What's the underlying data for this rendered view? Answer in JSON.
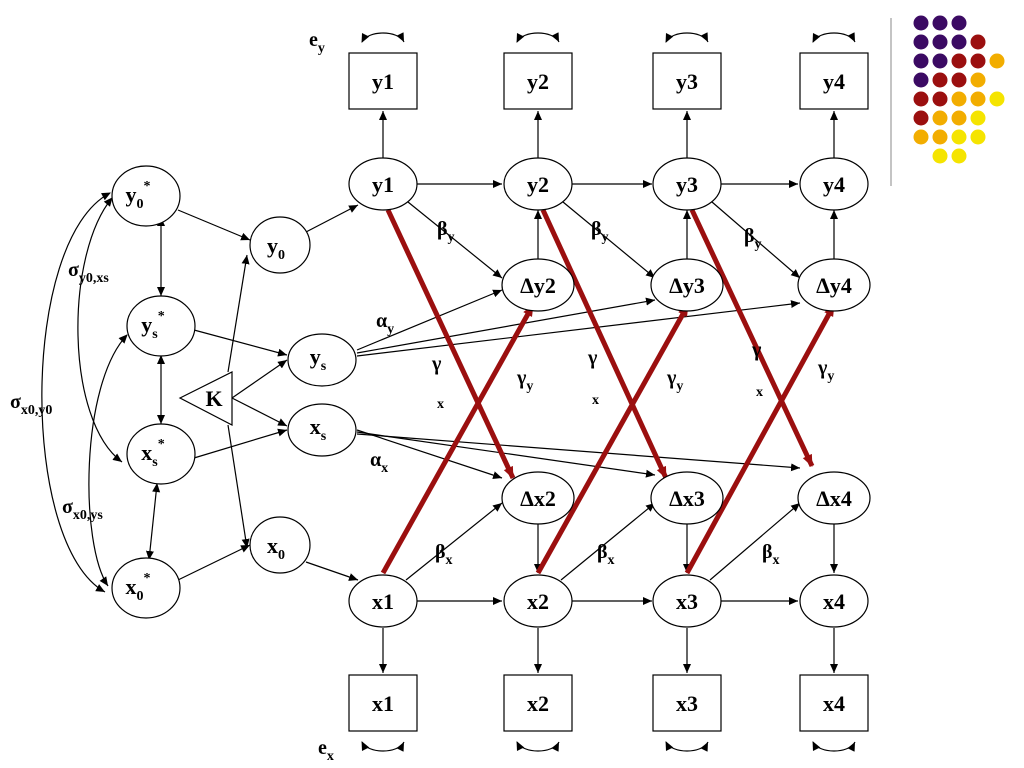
{
  "colors": {
    "cross_lag": "#9b0f0f",
    "dots": [
      "#3b0a63",
      "#9b0f0f",
      "#f2ad00",
      "#f5e400"
    ]
  },
  "decor": {
    "dot_grid_rows": [
      [
        "purple",
        "purple",
        "purple"
      ],
      [
        "purple",
        "purple",
        "purple",
        "red"
      ],
      [
        "purple",
        "purple",
        "red",
        "red",
        "orange"
      ],
      [
        "purple",
        "red",
        "red",
        "orange"
      ],
      [
        "red",
        "red",
        "orange",
        "orange",
        "yellow"
      ],
      [
        "red",
        "orange",
        "orange",
        "yellow"
      ],
      [
        "orange",
        "orange",
        "yellow",
        "yellow"
      ],
      [
        "yellow",
        "yellow"
      ]
    ]
  },
  "errors": {
    "ey": "e",
    "ey_sub": "y",
    "ex": "e",
    "ex_sub": "x"
  },
  "observed_y": [
    "y1",
    "y2",
    "y3",
    "y4"
  ],
  "observed_x": [
    "x1",
    "x2",
    "x3",
    "x4"
  ],
  "latent_y": [
    "y1",
    "y2",
    "y3",
    "y4"
  ],
  "latent_x": [
    "x1",
    "x2",
    "x3",
    "x4"
  ],
  "delta_y": [
    "Δy2",
    "Δy3",
    "Δy4"
  ],
  "delta_x": [
    "Δx2",
    "Δx3",
    "Δx4"
  ],
  "factors": {
    "y0": {
      "base": "y",
      "sub": "0"
    },
    "ys": {
      "base": "y",
      "sub": "s"
    },
    "xs": {
      "base": "x",
      "sub": "s"
    },
    "x0": {
      "base": "x",
      "sub": "0"
    }
  },
  "starred": {
    "y0": {
      "base": "y",
      "sub": "0",
      "sup": "*"
    },
    "ys": {
      "base": "y",
      "sub": "s",
      "sup": "*"
    },
    "xs": {
      "base": "x",
      "sub": "s",
      "sup": "*"
    },
    "x0": {
      "base": "x",
      "sub": "0",
      "sup": "*"
    }
  },
  "constant": "K",
  "params": {
    "sigma_y0_xs": {
      "base": "σ",
      "sub": "y0,xs"
    },
    "sigma_x0_y0": {
      "base": "σ",
      "sub": "x0,y0"
    },
    "sigma_x0_ys": {
      "base": "σ",
      "sub": "x0,ys"
    },
    "alpha_y": {
      "base": "α",
      "sub": "y"
    },
    "alpha_x": {
      "base": "α",
      "sub": "x"
    },
    "beta_y": {
      "base": "β",
      "sub": "y"
    },
    "beta_x": {
      "base": "β",
      "sub": "x"
    },
    "gamma": "γ",
    "gamma_x_sub": "x",
    "gamma_y": {
      "base": "γ",
      "sub": "y"
    }
  }
}
